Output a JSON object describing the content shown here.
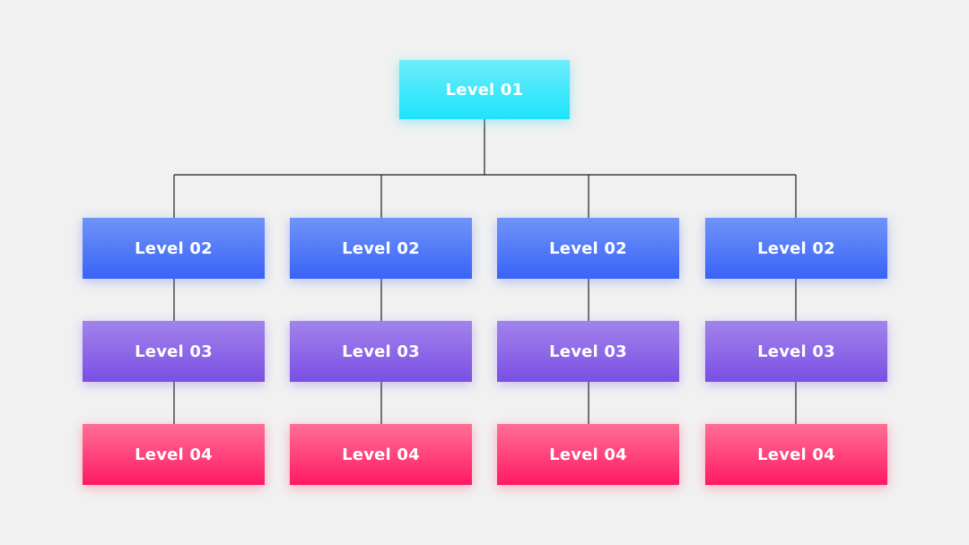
{
  "diagram": {
    "root": {
      "label": "Level 01"
    },
    "columns": [
      {
        "level2": "Level 02",
        "level3": "Level 03",
        "level4": "Level 04"
      },
      {
        "level2": "Level 02",
        "level3": "Level 03",
        "level4": "Level 04"
      },
      {
        "level2": "Level 02",
        "level3": "Level 03",
        "level4": "Level 04"
      },
      {
        "level2": "Level 02",
        "level3": "Level 03",
        "level4": "Level 04"
      }
    ]
  },
  "colors": {
    "background": "#f1f1f1",
    "level01": "#1ee3fb",
    "level02": "#3a63f6",
    "level03": "#7a4fe3",
    "level04": "#ff1a64",
    "connector": "#1e1e1e",
    "text": "#ffffff"
  }
}
